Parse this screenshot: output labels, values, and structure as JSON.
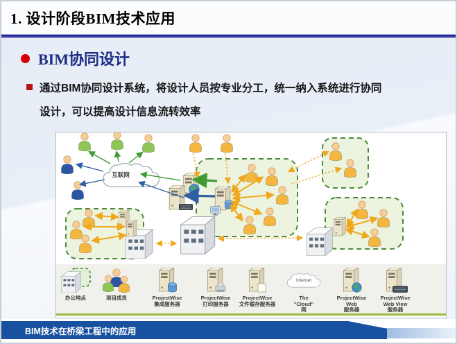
{
  "slide": {
    "title": "1. 设计阶段BIM技术应用",
    "heading": "BIM协同设计",
    "body_lines": [
      "通过BIM协同设计系统，将设计人员按专业分工，统一纳入系统进行协同",
      "设计，可以提高设计信息流转效率"
    ],
    "footer": "BIM技术在桥梁工程中的应用"
  },
  "diagram": {
    "internet_label": "互联网",
    "cloud_label": "Internet",
    "legend": [
      {
        "lines": [
          "办公地点"
        ]
      },
      {
        "lines": [
          "项目成员"
        ]
      },
      {
        "lines": [
          "ProjectWise",
          "集成服务器"
        ]
      },
      {
        "lines": [
          "ProjectWise",
          "打印服务器"
        ]
      },
      {
        "lines": [
          "ProjectWise",
          "文件缓存服务器"
        ]
      },
      {
        "lines": [
          "The",
          "\"Cloud\"",
          "网"
        ]
      },
      {
        "lines": [
          "ProjectWise",
          "Web",
          "服务器"
        ]
      },
      {
        "lines": [
          "ProjectWise",
          "Web View",
          "服务器"
        ]
      }
    ]
  },
  "colors": {
    "accent_navy": "#23239a",
    "heading_navy": "#1c2c85",
    "bullet_red": "#d40000",
    "footer_blue": "#17519f",
    "region_green": "#4a8a3a",
    "arrow_yellow": "#f0a81e",
    "arrow_green": "#3f9c35",
    "arrow_blue": "#2e5fa3"
  }
}
